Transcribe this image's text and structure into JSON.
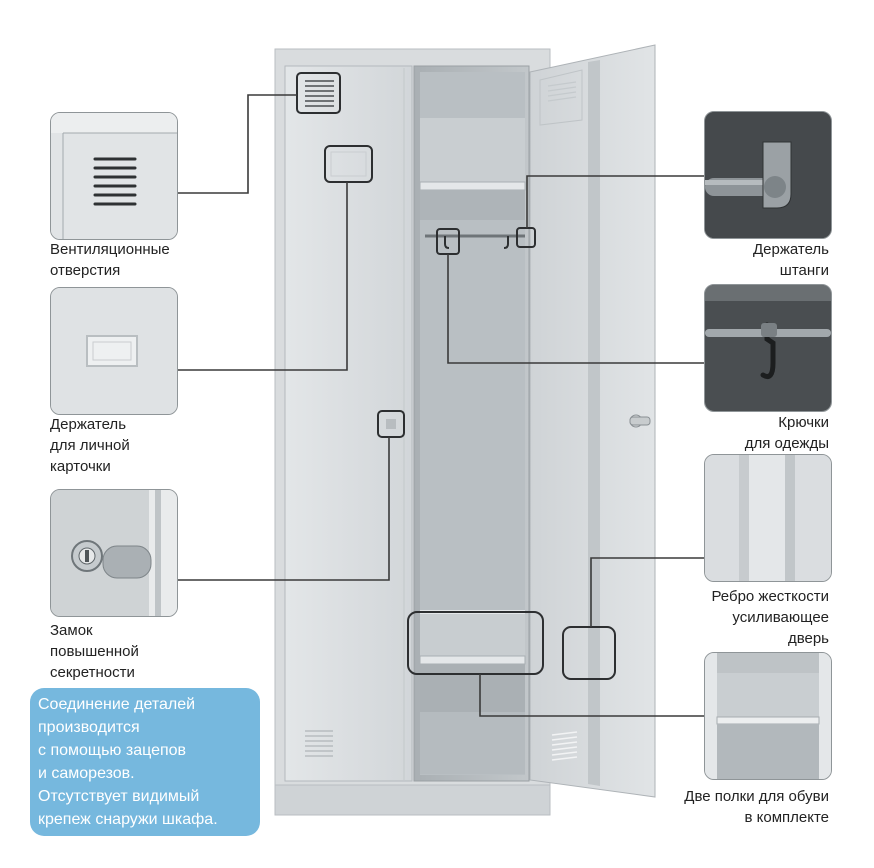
{
  "callouts": {
    "ventilation": "Вентиляционные\nотверстия",
    "card_holder": "Держатель\nдля личной\nкарточки",
    "lock": "Замок\nповышенной\nсекретности",
    "rod_holder": "Держатель\nштанги",
    "hooks": "Крючки\nдля одежды",
    "stiffener": "Ребро жесткости\nусиливающее\nдверь",
    "shoe_shelves": "Две полки для обуви\nв комплекте"
  },
  "info_text": "Соединение деталей\nпроизводится\nс помощью зацепов\nи саморезов.\nОтсутствует видимый\nкрепеж снаружи шкафа.",
  "colors": {
    "cabinet_body": "#dcdfe1",
    "cabinet_edge": "#b9bec2",
    "cabinet_inside": "#b4babe",
    "leader_line": "#3a3a3a",
    "info_box": "#76b8de",
    "text": "#222222"
  }
}
